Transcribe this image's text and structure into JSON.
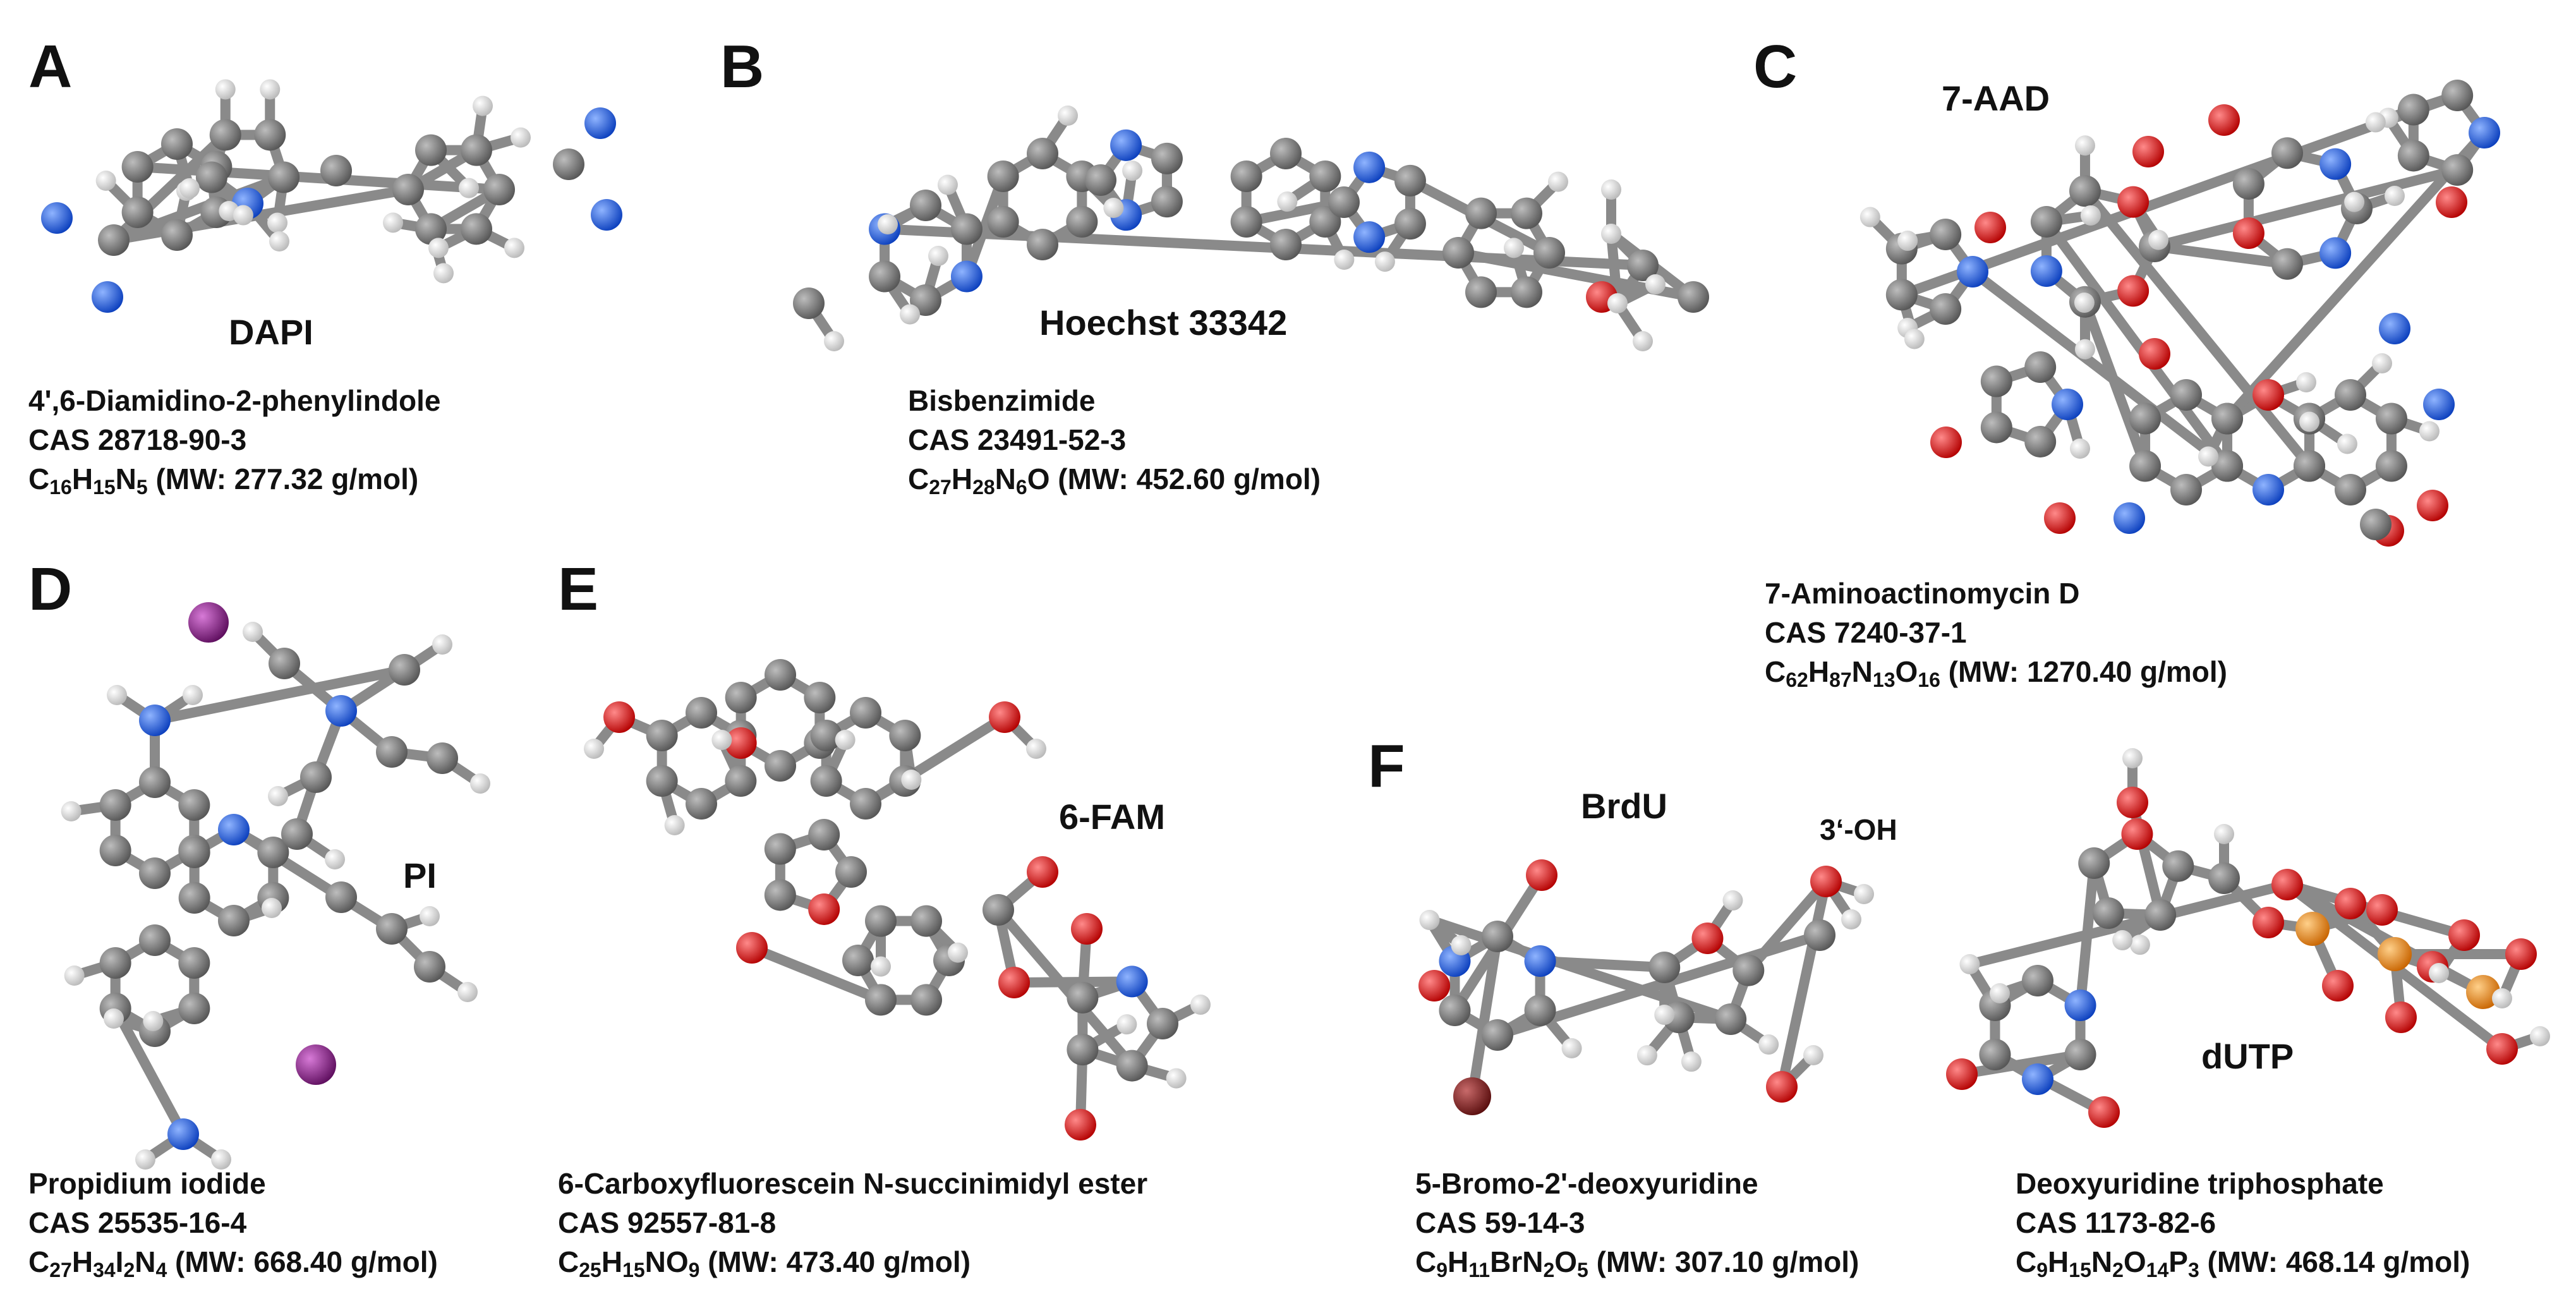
{
  "panels": [
    {
      "letter": "A",
      "label": "DAPI",
      "name": "4',6-Diamidino-2-phenylindole",
      "cas": "CAS 28718-90-3",
      "formula": [
        [
          "C",
          ""
        ],
        [
          "16",
          "s"
        ],
        [
          "H",
          ""
        ],
        [
          "15",
          "s"
        ],
        [
          "N",
          ""
        ],
        [
          "5",
          "s"
        ]
      ],
      "mw": " (MW: 277.32 g/mol)"
    },
    {
      "letter": "B",
      "label": "Hoechst 33342",
      "name": "Bisbenzimide",
      "cas": "CAS 23491-52-3",
      "formula": [
        [
          "C",
          ""
        ],
        [
          "27",
          "s"
        ],
        [
          "H",
          ""
        ],
        [
          "28",
          "s"
        ],
        [
          "N",
          ""
        ],
        [
          "6",
          "s"
        ],
        [
          "O",
          ""
        ]
      ],
      "mw": " (MW: 452.60 g/mol)"
    },
    {
      "letter": "C",
      "label": "7-AAD",
      "name": "7-Aminoactinomycin  D",
      "cas": "CAS 7240-37-1",
      "formula": [
        [
          "C",
          ""
        ],
        [
          "62",
          "s"
        ],
        [
          "H",
          ""
        ],
        [
          "87",
          "s"
        ],
        [
          "N",
          ""
        ],
        [
          "13",
          "s"
        ],
        [
          "O",
          ""
        ],
        [
          "16",
          "s"
        ]
      ],
      "mw": " (MW: 1270.40 g/mol)"
    },
    {
      "letter": "D",
      "label": "PI",
      "name": "Propidium iodide",
      "cas": "CAS 25535-16-4",
      "formula": [
        [
          "C",
          ""
        ],
        [
          "27",
          "s"
        ],
        [
          "H",
          ""
        ],
        [
          "34",
          "s"
        ],
        [
          "I",
          ""
        ],
        [
          "2",
          "s"
        ],
        [
          "N",
          ""
        ],
        [
          "4",
          "s"
        ]
      ],
      "mw": " (MW: 668.40 g/mol)"
    },
    {
      "letter": "E",
      "label": "6-FAM",
      "name": "6-Carboxyfluorescein N-succinimidyl ester",
      "cas": "CAS 92557-81-8",
      "formula": [
        [
          "C",
          ""
        ],
        [
          "25",
          "s"
        ],
        [
          "H",
          ""
        ],
        [
          "15",
          "s"
        ],
        [
          "NO",
          ""
        ],
        [
          "9",
          "s"
        ]
      ],
      "mw": " (MW: 473.40 g/mol)"
    },
    {
      "letter": "F",
      "label": "BrdU",
      "annotation": "3‘-OH",
      "name": "5-Bromo-2'-deoxyuridine",
      "cas": "CAS 59-14-3",
      "formula": [
        [
          "C",
          ""
        ],
        [
          "9",
          "s"
        ],
        [
          "H",
          ""
        ],
        [
          "11",
          "s"
        ],
        [
          "BrN",
          ""
        ],
        [
          "2",
          "s"
        ],
        [
          "O",
          ""
        ],
        [
          "5",
          "s"
        ]
      ],
      "mw": " (MW: 307.10 g/mol)"
    },
    {
      "letter": "",
      "label": "dUTP",
      "name": "Deoxyuridine triphosphate",
      "cas": "CAS 1173-82-6",
      "formula": [
        [
          "C",
          ""
        ],
        [
          "9",
          "s"
        ],
        [
          "H",
          ""
        ],
        [
          "15",
          "s"
        ],
        [
          "N",
          ""
        ],
        [
          "2",
          "s"
        ],
        [
          "O",
          ""
        ],
        [
          "14",
          "s"
        ],
        [
          "P",
          ""
        ],
        [
          "3",
          "s"
        ]
      ],
      "mw": " (MW: 468.14 g/mol)"
    }
  ],
  "colors": {
    "carbon": "#6e6e6e",
    "hydrogen": "#e8e8e8",
    "nitrogen": "#1f5fe0",
    "oxygen": "#e01b1b",
    "phosphorus": "#f08c14",
    "bromine": "#8a1c1c",
    "iodine": "#8e1e8e",
    "bond": "#8a8a8a"
  }
}
